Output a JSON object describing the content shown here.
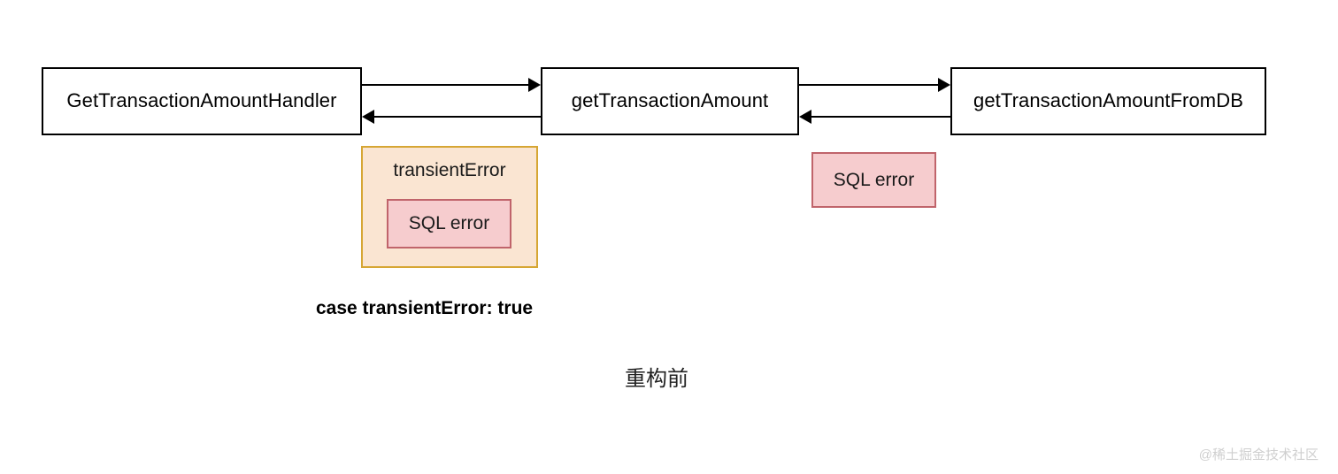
{
  "diagram": {
    "title": "重构前",
    "nodes": [
      {
        "id": "handler",
        "label": "GetTransactionAmountHandler"
      },
      {
        "id": "service",
        "label": "getTransactionAmount"
      },
      {
        "id": "db",
        "label": "getTransactionAmountFromDB"
      }
    ],
    "arrows": [
      {
        "id": "handler-to-service",
        "direction": "right",
        "from": "handler",
        "to": "service"
      },
      {
        "id": "service-to-handler",
        "direction": "left",
        "from": "service",
        "to": "handler"
      },
      {
        "id": "service-to-db",
        "direction": "right",
        "from": "service",
        "to": "db"
      },
      {
        "id": "db-to-service",
        "direction": "left",
        "from": "db",
        "to": "service"
      }
    ],
    "transient_group": {
      "label": "transientError",
      "inner_error_label": "SQL error",
      "fill_color": "#fae5d2",
      "border_color": "#d6a634"
    },
    "db_error": {
      "label": "SQL error",
      "fill_color": "#f6ccce",
      "border_color": "#c0646b"
    },
    "case_caption": "case transientError: true",
    "stage_caption": "重构前",
    "watermark": "@稀土掘金技术社区"
  }
}
